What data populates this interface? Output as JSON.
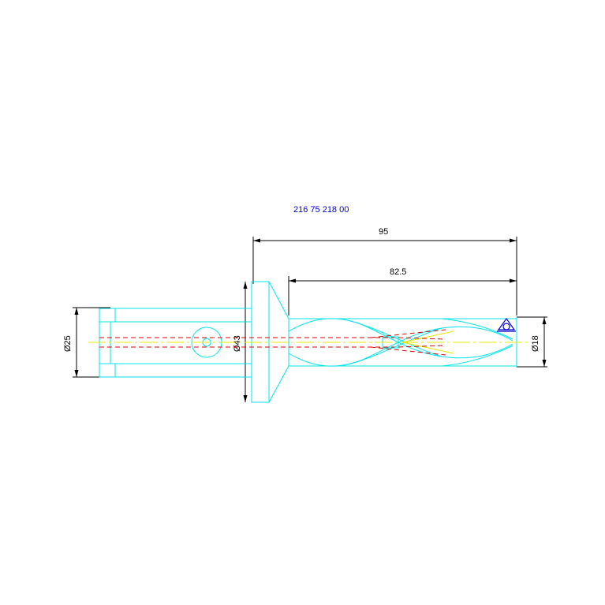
{
  "part_number": "216 75 218 00",
  "dimensions": {
    "overall_length": "95",
    "body_length": "82.5",
    "shank_diameter": "Ø25",
    "flange_diameter": "Ø43",
    "drill_diameter": "Ø18"
  },
  "colors": {
    "outline": "#00e5ee",
    "dimension": "#000000",
    "centerline": "#e8e800",
    "hidden": "#e00000",
    "insert": "#0000cc",
    "label": "#0000cc"
  }
}
